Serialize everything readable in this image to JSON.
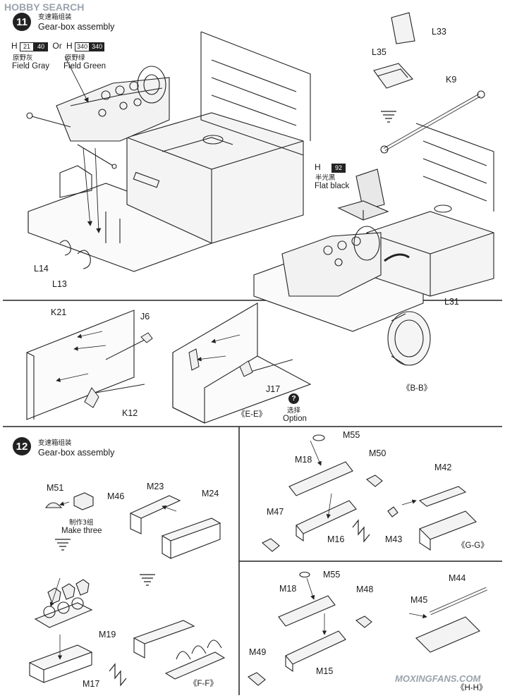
{
  "watermark_top": "HOBBY SEARCH",
  "watermark_bottom": "MOXINGFANS.COM",
  "step11": {
    "number": "11",
    "title_cn": "变速箱组装",
    "title_en": "Gear-box assembly",
    "paint": {
      "prefix1": "H",
      "code1a": "21",
      "code1b": "40",
      "or": "Or",
      "prefix2": "H",
      "code2a": "340",
      "code2b": "340",
      "name1_cn": "原野灰",
      "name1_en": "Field Gray",
      "name2_cn": "原野绿",
      "name2_en": "Field Green"
    },
    "seat_paint": {
      "prefix": "H",
      "code": "92",
      "name_cn": "半光黑",
      "name_en": "Flat black"
    },
    "parts": {
      "L33": "L33",
      "L35": "L35",
      "K9": "K9",
      "L14": "L14",
      "L13": "L13",
      "L31": "L31",
      "K21": "K21",
      "J6": "J6",
      "K12": "K12",
      "J17": "J17"
    },
    "view_bb": "《B-B》",
    "view_ee": "《E-E》",
    "option_symbol": "?",
    "option_cn": "选择",
    "option_en": "Option"
  },
  "step12": {
    "number": "12",
    "title_cn": "变速箱组装",
    "title_en": "Gear-box assembly",
    "make_three_cn": "制作3组",
    "make_three_en": "Make three",
    "parts": {
      "M51": "M51",
      "M46": "M46",
      "M23": "M23",
      "M24": "M24",
      "M19": "M19",
      "M17": "M17",
      "M55a": "M55",
      "M18a": "M18",
      "M50": "M50",
      "M47": "M47",
      "M16": "M16",
      "M42": "M42",
      "M43": "M43",
      "M55b": "M55",
      "M18b": "M18",
      "M48": "M48",
      "M44": "M44",
      "M45": "M45",
      "M49": "M49",
      "M15": "M15"
    },
    "view_ff": "《F-F》",
    "view_gg": "《G-G》",
    "view_hh": "《H-H》"
  }
}
